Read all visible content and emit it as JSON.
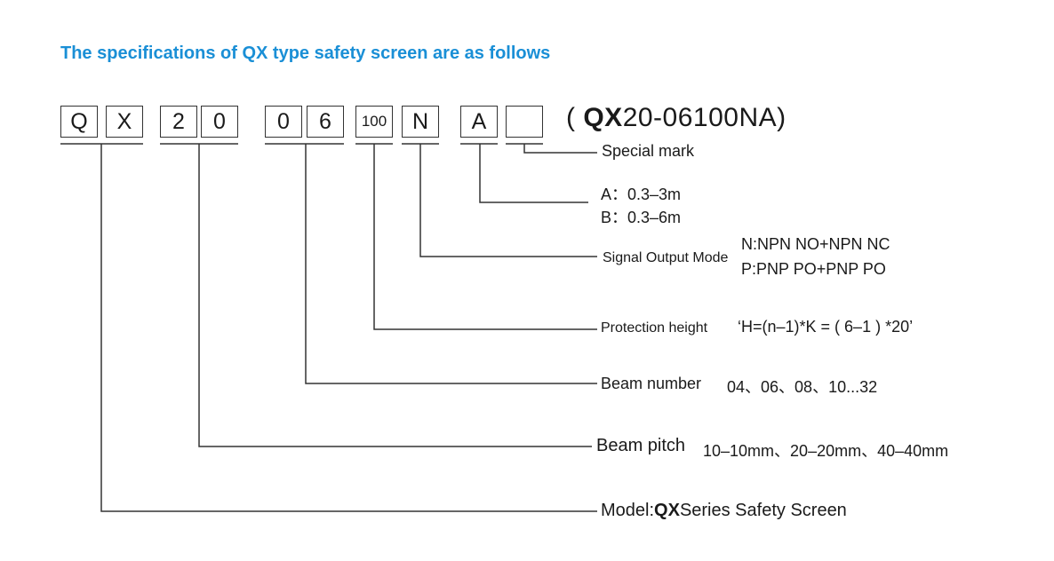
{
  "title": "The specifications of QX type safety screen are as follows",
  "colors": {
    "title": "#1a8fd6",
    "lines": "#333333",
    "text": "#1a1a1a"
  },
  "code_boxes": [
    "Q",
    "X",
    "2",
    "0",
    "0",
    "6",
    "100",
    "N",
    "A",
    ""
  ],
  "example_prefix": "( ",
  "example_bold": "QX",
  "example_rest": "20-06100NA)",
  "labels": {
    "special_mark": "Special mark",
    "range_a": "A：0.3–3m",
    "range_b": "B：0.3–6m",
    "signal_output_title": "Signal Output Mode",
    "signal_n": "N:NPN NO+NPN NC",
    "signal_p": "P:PNP PO+PNP PO",
    "protection_title": "Protection height",
    "protection_formula": "‘H=(n–1)*K = ( 6–1 ) *20’",
    "beam_number_title": "Beam number",
    "beam_number_values": "04、06、08、10...32",
    "beam_pitch_title": "Beam pitch",
    "beam_pitch_values": "10–10mm、20–20mm、40–40mm",
    "model_prefix": "Model:",
    "model_bold": "QX",
    "model_rest": "Series Safety Screen"
  }
}
